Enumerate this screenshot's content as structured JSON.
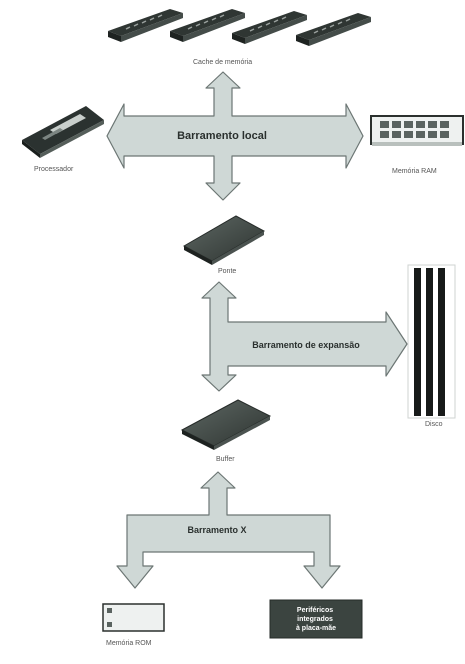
{
  "diagram": {
    "labels": {
      "memory_sticks": "Cache de memória",
      "processor": "Processador",
      "ram": "Memória RAM",
      "bridge": "Ponte",
      "disk": "Disco",
      "buffer": "Buffer",
      "rom": "Memória ROM"
    },
    "buses": {
      "local": "Barramento local",
      "expansion": "Barramento de expansão",
      "x": "Barramento X"
    },
    "peripherals_box": "Periféricos integrados à placa-mãe"
  },
  "colors": {
    "arrow_fill": "#cfd8d6",
    "arrow_stroke": "#6c7674",
    "chip": "#3e4643",
    "peripherals_box": "#3b4440"
  }
}
